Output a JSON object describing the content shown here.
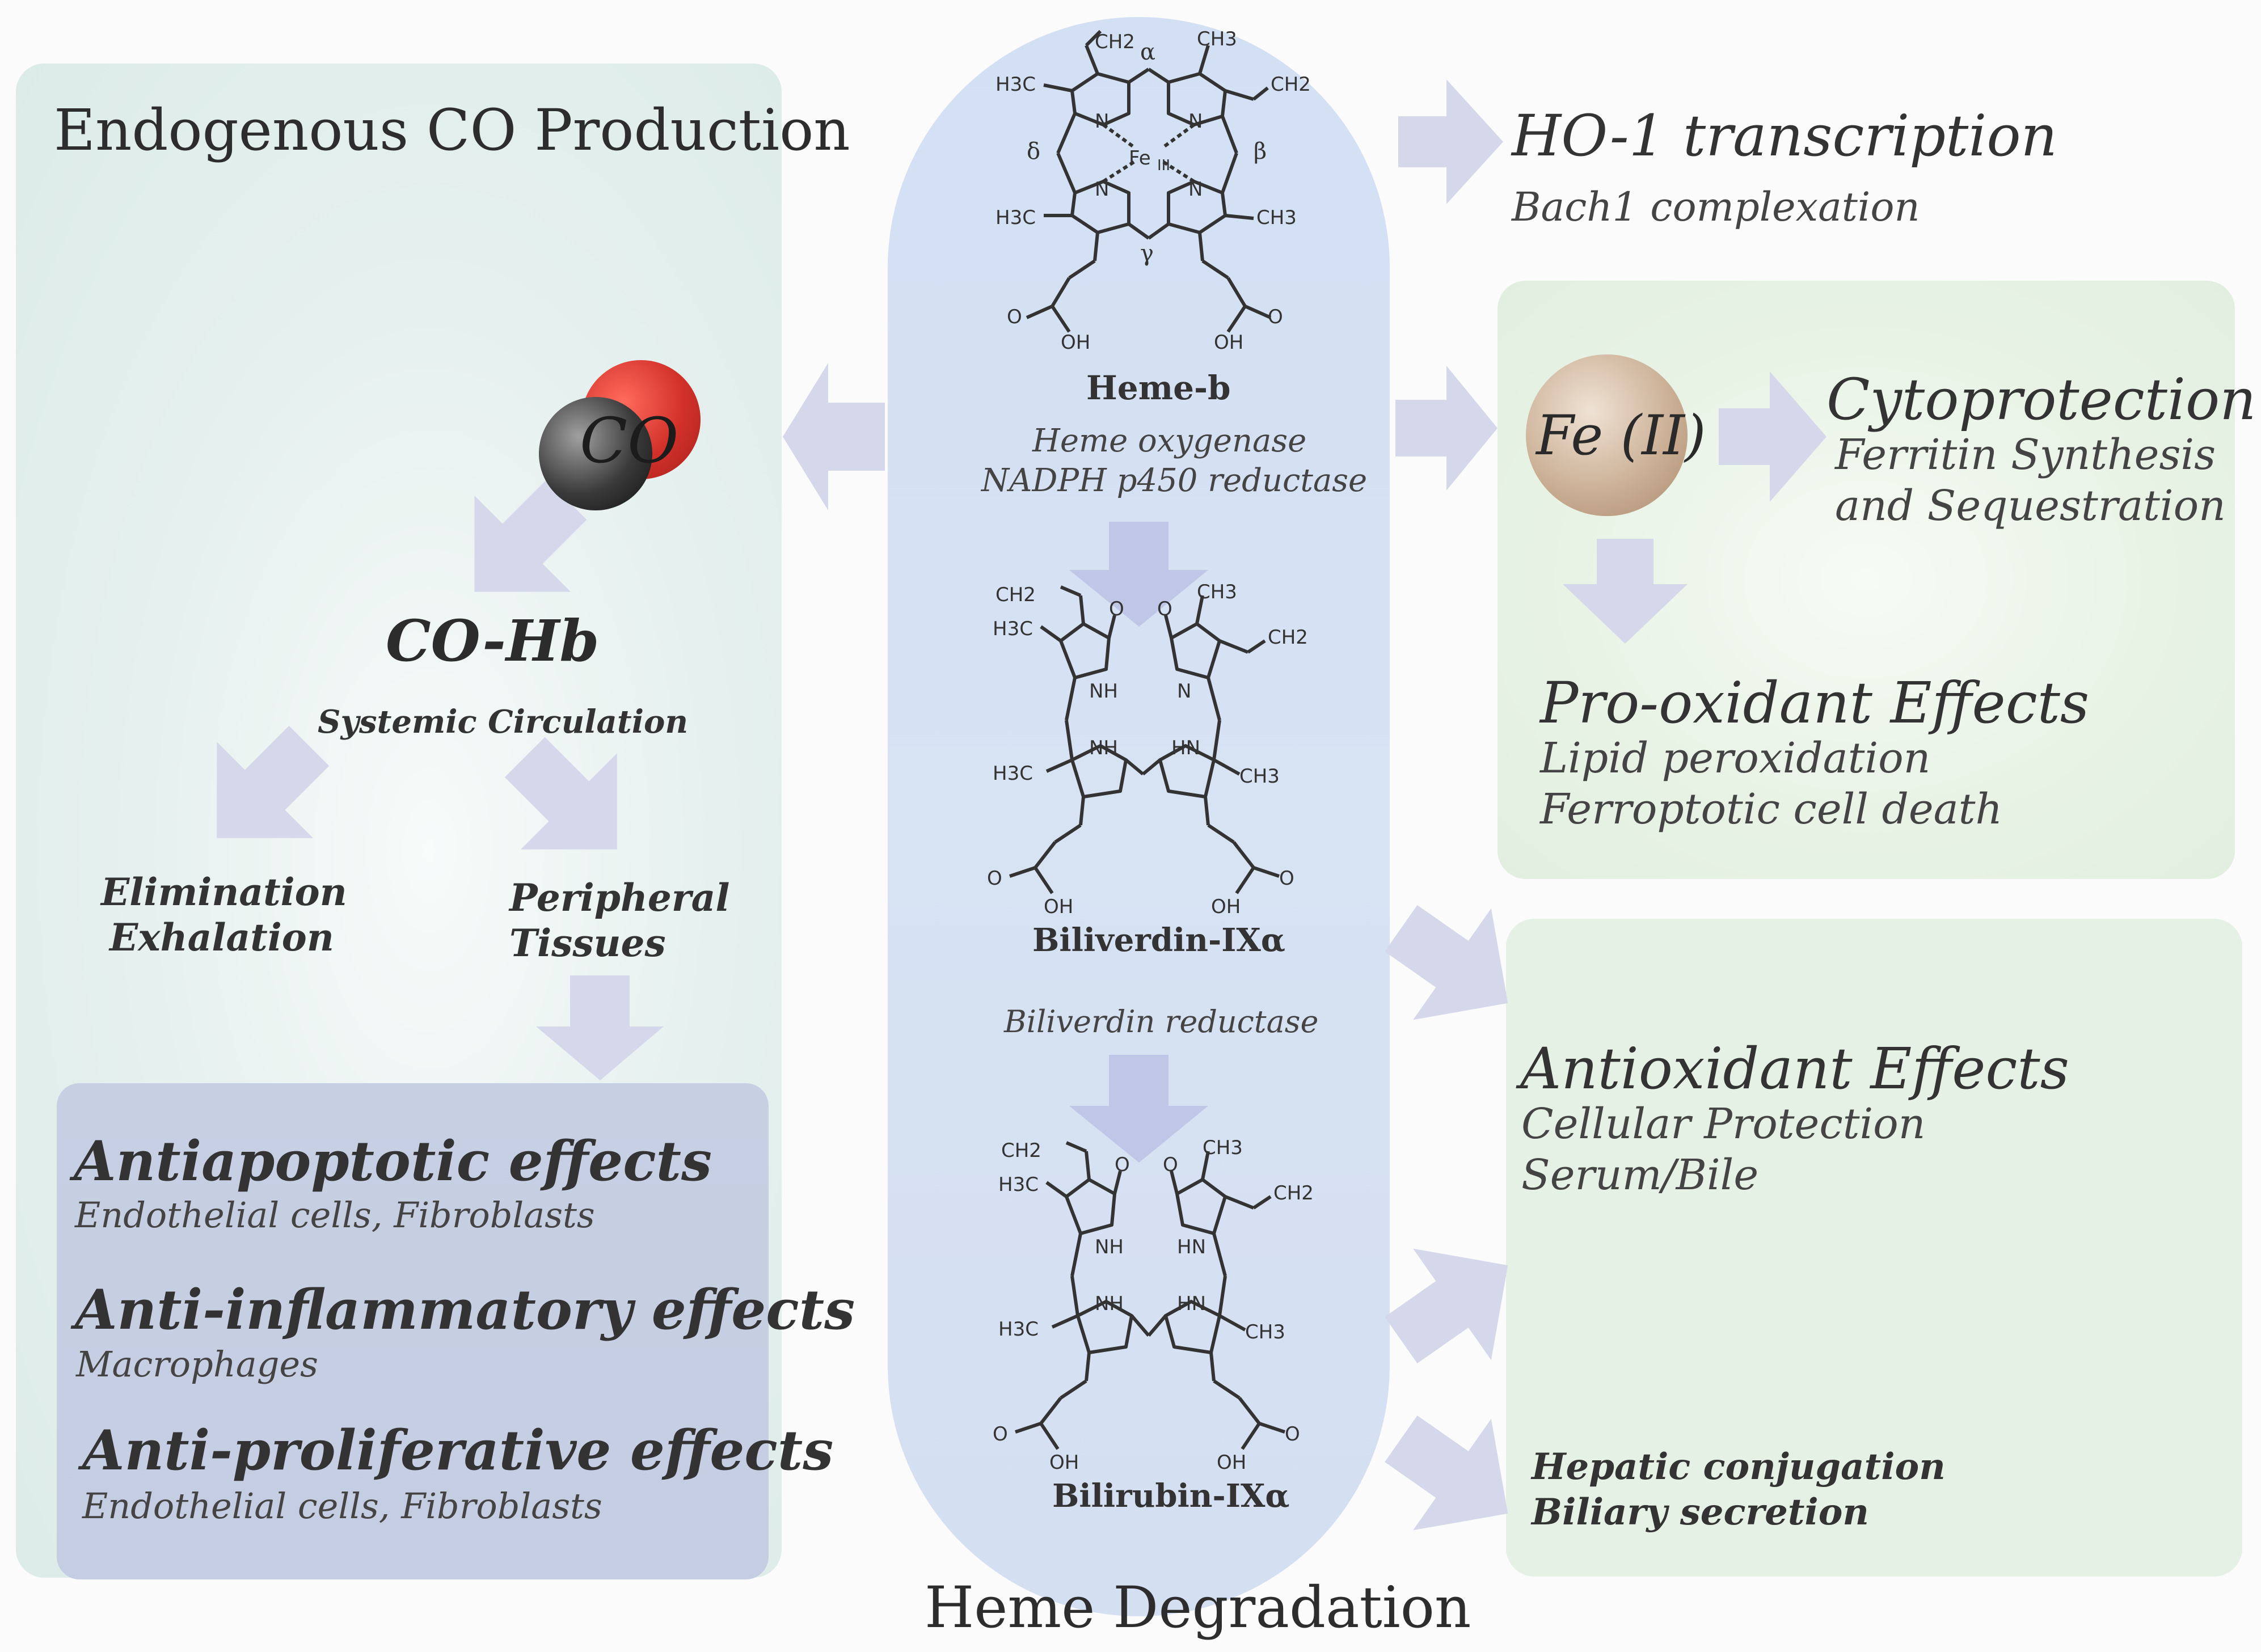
{
  "left": {
    "title": "Endogenous CO Production",
    "co_label": "CO",
    "cohb_title": "CO-Hb",
    "cohb_sub": "Systemic Circulation",
    "elim_1": "Elimination",
    "elim_2": "Exhalation",
    "periph_1": "Peripheral",
    "periph_2": "Tissues",
    "effects": [
      {
        "title": "Antiapoptotic effects",
        "sub": "Endothelial cells, Fibroblasts"
      },
      {
        "title": "Anti-inflammatory effects",
        "sub": "Macrophages"
      },
      {
        "title": "Anti-proliferative effects",
        "sub": "Endothelial cells, Fibroblasts"
      }
    ]
  },
  "center": {
    "heme_name": "Heme-b",
    "enzyme_1": "Heme oxygenase",
    "enzyme_2": "NADPH p450 reductase",
    "biliverdin_name": "Biliverdin-IXα",
    "reductase": "Biliverdin  reductase",
    "bilirubin_name": "Bilirubin-IXα",
    "footer": "Heme Degradation",
    "atoms": {
      "ch2": "CH2",
      "ch3": "CH3",
      "h3c": "H3C",
      "n": "N",
      "nh": "NH",
      "hn": "HN",
      "o": "O",
      "oh": "OH",
      "fe": "Fe",
      "fe_ox": "III",
      "alpha": "α",
      "beta": "β",
      "gamma": "γ",
      "delta": "δ"
    }
  },
  "right": {
    "ho1_title": "HO-1 transcription",
    "ho1_sub": "Bach1 complexation",
    "fe_label": "Fe (II)",
    "cyto_title": "Cytoprotection",
    "cyto_sub1": "Ferritin Synthesis",
    "cyto_sub2": "and Sequestration",
    "prox_title": "Pro-oxidant Effects",
    "prox_sub1": "Lipid peroxidation",
    "prox_sub2": "Ferroptotic cell death",
    "anti_title": "Antioxidant Effects",
    "anti_sub1": "Cellular Protection",
    "anti_sub2": "Serum/Bile",
    "hep_1": "Hepatic conjugation",
    "hep_2": "Biliary secretion"
  },
  "colors": {
    "left_panel": "#dcebe8",
    "center_panel": "#d3e0f3",
    "right_panels": "#e5f1e4",
    "effects_box": "#c7cfe3",
    "arrows": "#d5d8ea",
    "co_red": "#d2312a",
    "co_black": "#2a2a2a",
    "fe_ball": "#c9ad92"
  }
}
